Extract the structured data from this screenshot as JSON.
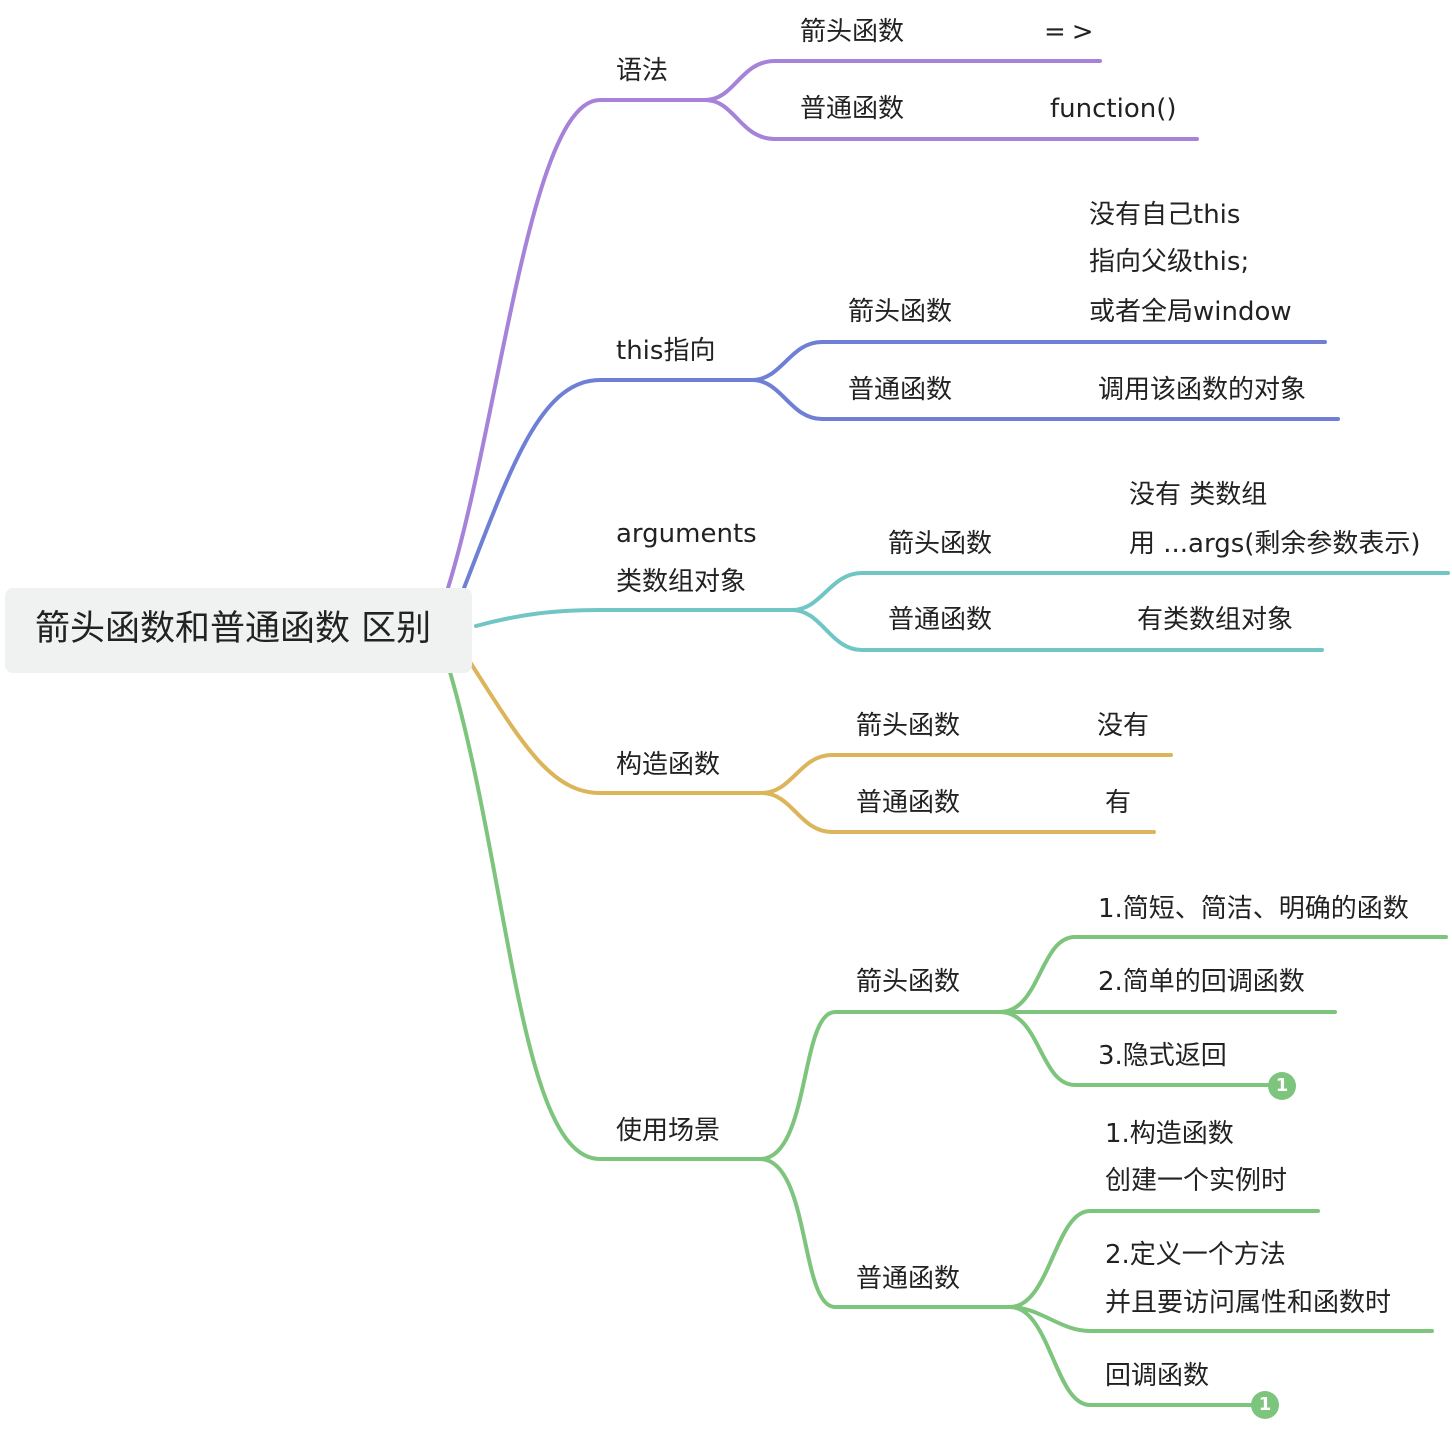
{
  "colors": {
    "syntax": "#a682d9",
    "this": "#6f7fd6",
    "arguments": "#70c6c4",
    "constructor": "#dcb45a",
    "usage": "#7dc47d",
    "root_bg": "#f0f1f1"
  },
  "root": {
    "label": "箭头函数和普通函数 区别"
  },
  "branches": [
    {
      "label": "语法",
      "items": [
        {
          "label": "箭头函数",
          "value": "=>"
        },
        {
          "label": "普通函数",
          "value": "function()"
        }
      ]
    },
    {
      "label": "this指向",
      "items": [
        {
          "label": "箭头函数",
          "value_lines": [
            "没有自己this",
            "指向父级this;",
            "或者全局window"
          ]
        },
        {
          "label": "普通函数",
          "value": "调用该函数的对象"
        }
      ]
    },
    {
      "label_lines": [
        "arguments",
        "类数组对象"
      ],
      "items": [
        {
          "label": "箭头函数",
          "value_lines": [
            "没有 类数组",
            "用 ...args(剩余参数表示)"
          ]
        },
        {
          "label": "普通函数",
          "value": "有类数组对象"
        }
      ]
    },
    {
      "label": "构造函数",
      "items": [
        {
          "label": "箭头函数",
          "value": "没有"
        },
        {
          "label": "普通函数",
          "value": "有"
        }
      ]
    },
    {
      "label": "使用场景",
      "items": [
        {
          "label": "箭头函数",
          "children": [
            {
              "label": "1.简短、简洁、明确的函数"
            },
            {
              "label": "2.简单的回调函数"
            },
            {
              "label": "3.隐式返回",
              "badge": "1"
            }
          ]
        },
        {
          "label": "普通函数",
          "children": [
            {
              "label_lines": [
                "1.构造函数",
                "创建一个实例时"
              ]
            },
            {
              "label_lines": [
                "2.定义一个方法",
                "并且要访问属性和函数时"
              ]
            },
            {
              "label": "回调函数",
              "badge": "1"
            }
          ]
        }
      ]
    }
  ]
}
